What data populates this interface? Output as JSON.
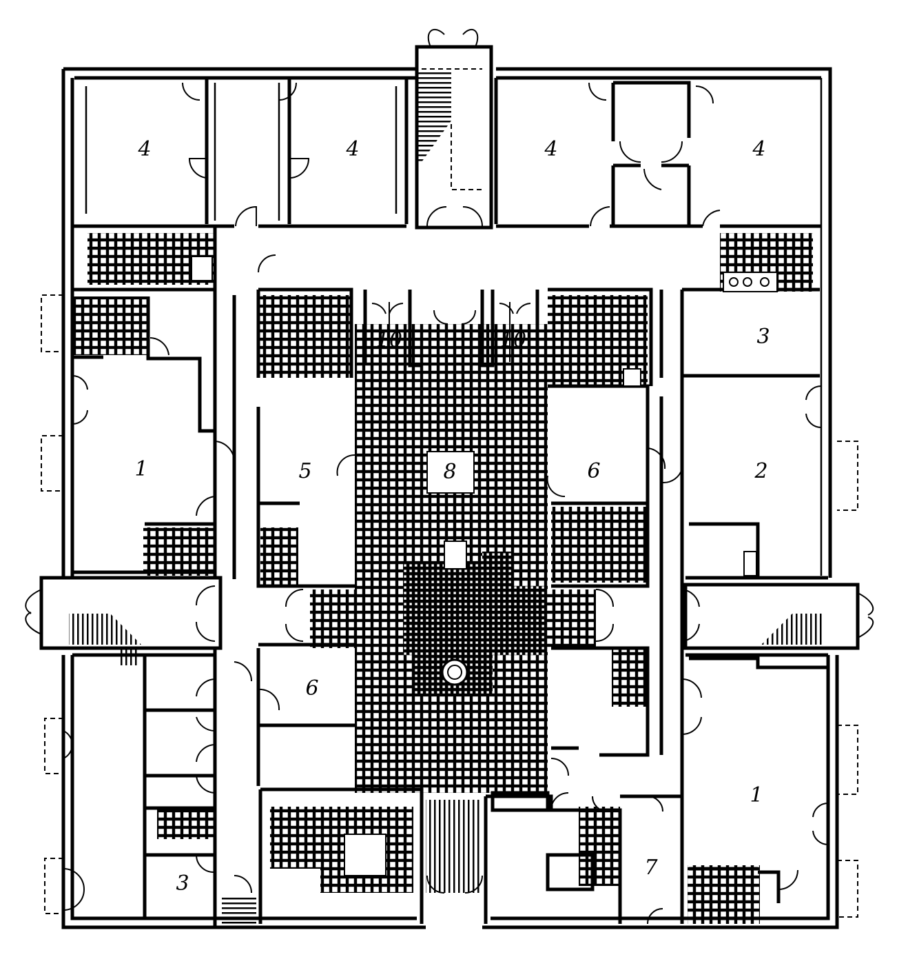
{
  "room_labels": [
    "4",
    "4",
    "4",
    "4",
    "3",
    "10",
    "10",
    "1",
    "5",
    "8",
    "6",
    "2",
    "6",
    "1",
    "3",
    "7"
  ],
  "colors": {
    "ink": "#000000",
    "paper": "#ffffff"
  }
}
